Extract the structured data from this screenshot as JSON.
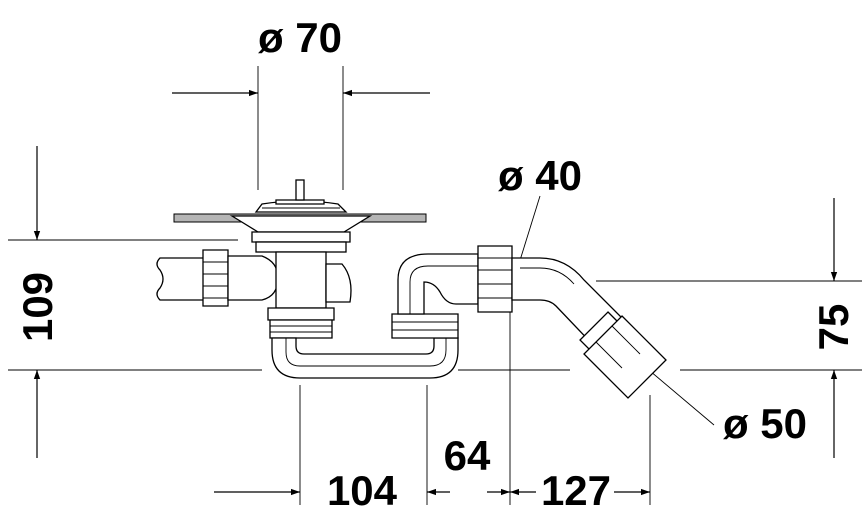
{
  "labels": {
    "drain_diameter": "ø 70",
    "outlet_diameter": "ø 40",
    "pipe_diameter": "ø 50",
    "total_height": "109",
    "outlet_height": "75",
    "trap_offset": "104",
    "outlet_offset": "64",
    "pipe_offset": "127"
  }
}
